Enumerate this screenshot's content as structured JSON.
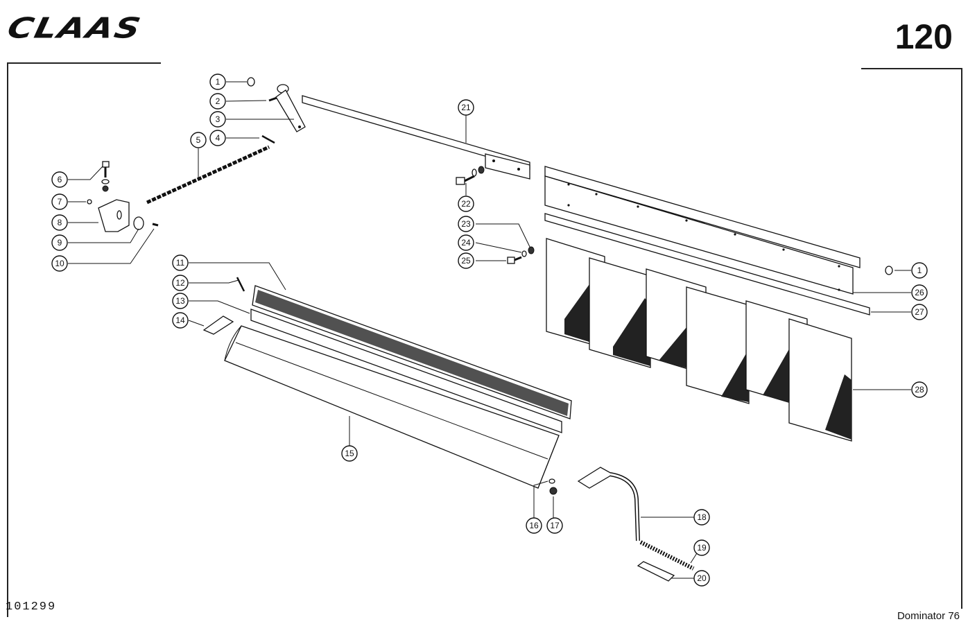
{
  "header": {
    "brand": "CLAAS",
    "page_number": "120"
  },
  "footer": {
    "document_number": "101299",
    "model": "Dominator 76"
  },
  "callouts": [
    "1",
    "2",
    "3",
    "4",
    "5",
    "6",
    "7",
    "8",
    "9",
    "10",
    "11",
    "12",
    "13",
    "14",
    "15",
    "16",
    "17",
    "18",
    "19",
    "20",
    "21",
    "22",
    "23",
    "24",
    "25",
    "1",
    "26",
    "27",
    "28"
  ]
}
